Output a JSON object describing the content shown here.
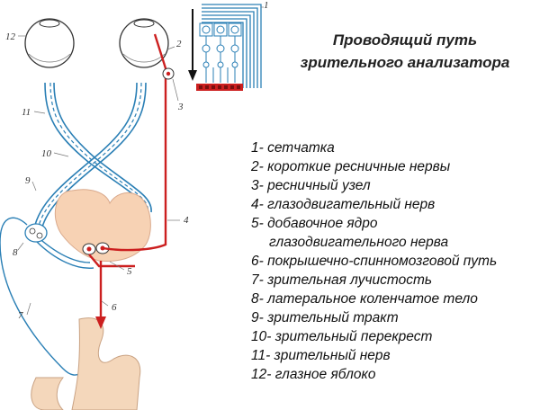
{
  "title": {
    "line1": "Проводящий путь",
    "line2": "зрительного анализатора"
  },
  "legend": [
    {
      "text": "1- сетчатка"
    },
    {
      "text": "2- короткие ресничные нервы"
    },
    {
      "text": "3- ресничный узел"
    },
    {
      "text": "4- глазодвигательный нерв"
    },
    {
      "text": "5- добавочное ядро"
    },
    {
      "text": "глазодвигательного нерва",
      "sub": true
    },
    {
      "text": "6- покрышечно-спинномозговой путь"
    },
    {
      "text": "7- зрительная лучистость"
    },
    {
      "text": "8- латеральное коленчатое тело"
    },
    {
      "text": "9- зрительный тракт"
    },
    {
      "text": "10- зрительный перекрест"
    },
    {
      "text": "11- зрительный нерв"
    },
    {
      "text": "12- глазное яблоко"
    }
  ],
  "diagram_labels": {
    "n1": "1",
    "n2": "2",
    "n3": "3",
    "n4": "4",
    "n5": "5",
    "n6": "6",
    "n7": "7",
    "n8": "8",
    "n9": "9",
    "n10": "10",
    "n11": "11",
    "n12": "12"
  },
  "colors": {
    "nerve": "#2a7fb5",
    "motor": "#cc1f1f",
    "brainstem": "#f7d2b4",
    "cortex": "#f4d7bb"
  }
}
